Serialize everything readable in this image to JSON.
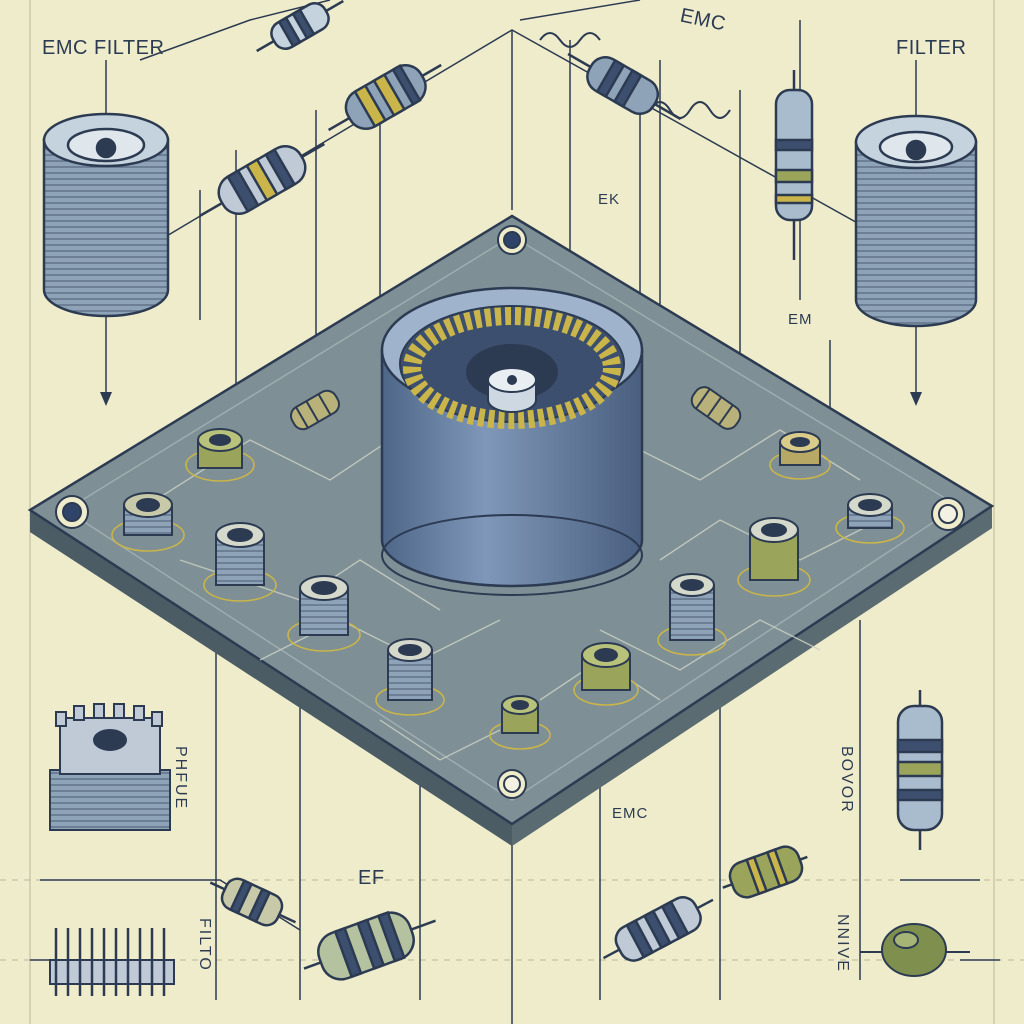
{
  "labels": {
    "top_left": "EMC FILTER",
    "top_right": "FILTER",
    "top_center": "EMC",
    "upper_mid": "EK",
    "right_mid": "EM",
    "lower_center_left": "EF",
    "lower_center_right": "EMC",
    "left_vertical_upper": "PHFUE",
    "left_vertical_lower": "FILTO",
    "right_vertical_upper": "BOVOR",
    "right_vertical_lower": "NNIVE"
  },
  "colors": {
    "paper": "#efeccb",
    "ink": "#2c3b52",
    "board": "#7e8f95",
    "board_edge": "#55666e",
    "inductor_body": "#6f86a6",
    "copper_coil": "#c9b54a",
    "capacitor_body": "#8ea3b8",
    "resistor_olive": "#9aa45a"
  },
  "icons": [
    "toroidal-inductor-icon",
    "cylindrical-capacitor-icon",
    "resistor-icon",
    "gear-icon",
    "heatsink-icon",
    "mounting-hole-icon"
  ]
}
